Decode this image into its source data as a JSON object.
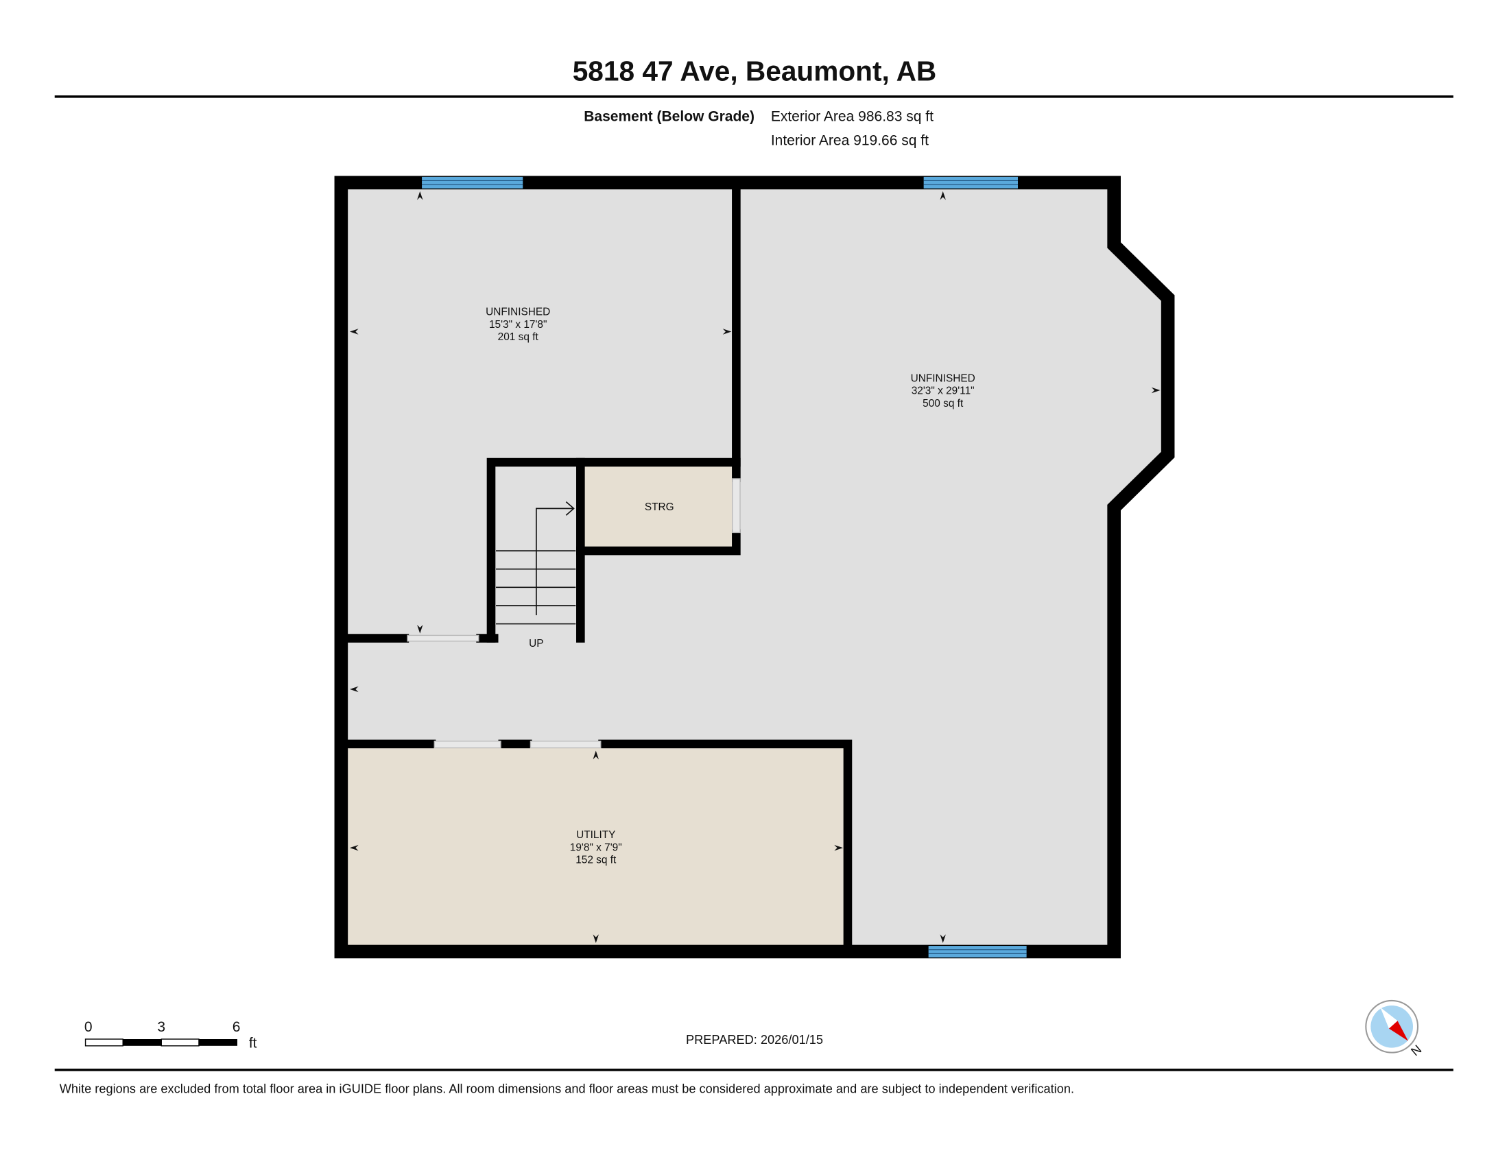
{
  "header": {
    "title": "5818 47 Ave, Beaumont, AB",
    "floor_label": "Basement (Below Grade)",
    "exterior_area": "Exterior Area 986.83 sq ft",
    "interior_area": "Interior Area 919.66 sq ft"
  },
  "rooms": [
    {
      "name": "UNFINISHED",
      "dims": "15'3\" x 17'8\"",
      "area": "201 sq ft"
    },
    {
      "name": "UNFINISHED",
      "dims": "32'3\" x 29'11\"",
      "area": "500 sq ft"
    },
    {
      "name": "STRG"
    },
    {
      "name": "UTILITY",
      "dims": "19'8\" x 7'9\"",
      "area": "152 sq ft"
    }
  ],
  "stairs_label": "UP",
  "scale_bar": {
    "ticks": [
      "0",
      "3",
      "6"
    ],
    "unit": "ft"
  },
  "prepared": "PREPARED: 2026/01/15",
  "compass": {
    "label": "N",
    "icon": "compass-icon"
  },
  "footer_note": "White regions are excluded from total floor area in iGUIDE floor plans. All room dimensions and floor areas must be considered approximate and are subject to independent verification.",
  "colors": {
    "floor": "#e0e0e0",
    "utility": "#e6dfd2",
    "window": "#5aa9dc",
    "wall": "#000000"
  }
}
